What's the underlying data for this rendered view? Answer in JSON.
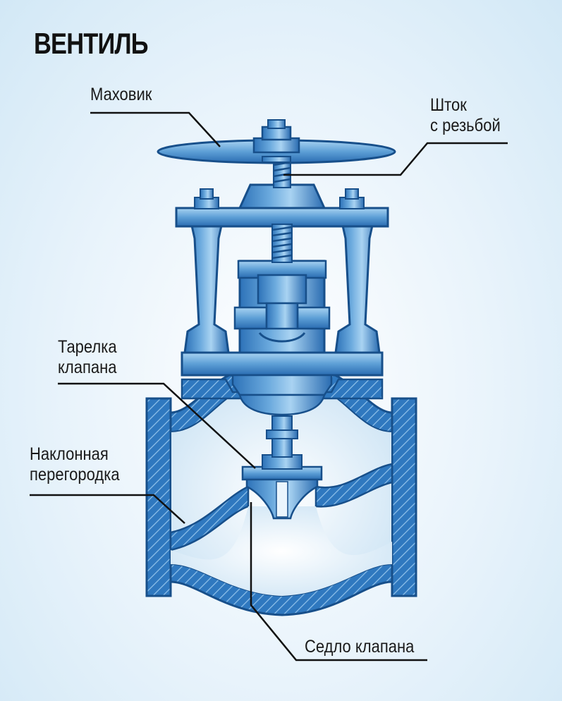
{
  "title": "ВЕНТИЛЬ",
  "labels": {
    "handwheel": "Маховик",
    "stem_line1": "Шток",
    "stem_line2": "с резьбой",
    "disc_line1": "Тарелка",
    "disc_line2": "клапана",
    "partition_line1": "Наклонная",
    "partition_line2": "перегородка",
    "seat": "Седло клапана"
  },
  "colors": {
    "metal_dark": "#1f63a8",
    "metal_mid": "#3f86c9",
    "metal_light": "#9ccbee",
    "outline": "#174f8a",
    "leader_line": "#111111"
  }
}
